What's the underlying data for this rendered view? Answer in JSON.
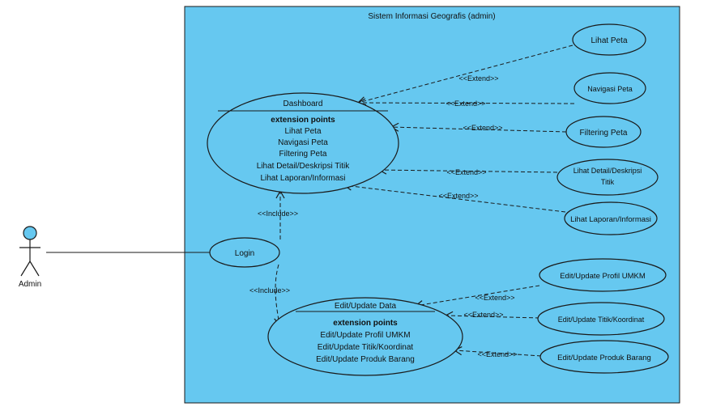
{
  "system": {
    "title": "Sistem Informasi Geografis (admin)",
    "fill": "#66c8f0",
    "border": "#1a1a1a"
  },
  "actor": {
    "label": "Admin",
    "head_fill": "#66c8f0"
  },
  "use_cases": {
    "dashboard": {
      "title": "Dashboard",
      "ext_heading": "extension points",
      "ext_points": [
        "Lihat Peta",
        "Navigasi Peta",
        "Filtering Peta",
        "Lihat Detail/Deskripsi Titik",
        "Lihat Laporan/Informasi"
      ]
    },
    "login": {
      "label": "Login"
    },
    "edit_update": {
      "title": "Edit/Update Data",
      "ext_heading": "extension points",
      "ext_points": [
        "Edit/Update Profil UMKM",
        "Edit/Update Titik/Koordinat",
        "Edit/Update Produk Barang"
      ]
    },
    "lihat_peta": {
      "label": "Lihat Peta"
    },
    "navigasi_peta": {
      "label": "Navigasi Peta"
    },
    "filtering_peta": {
      "label": "Filtering Peta"
    },
    "lihat_detail": {
      "line1": "Lihat Detail/Deskripsi",
      "line2": "Titik"
    },
    "lihat_laporan": {
      "label": "Lihat Laporan/Informasi"
    },
    "edit_profil": {
      "label": "Edit/Update Profil UMKM"
    },
    "edit_titik": {
      "label": "Edit/Update Titik/Koordinat"
    },
    "edit_produk": {
      "label": "Edit/Update Produk Barang"
    }
  },
  "relations": {
    "extend": "<<Extend>>",
    "include": "<<Include>>"
  }
}
